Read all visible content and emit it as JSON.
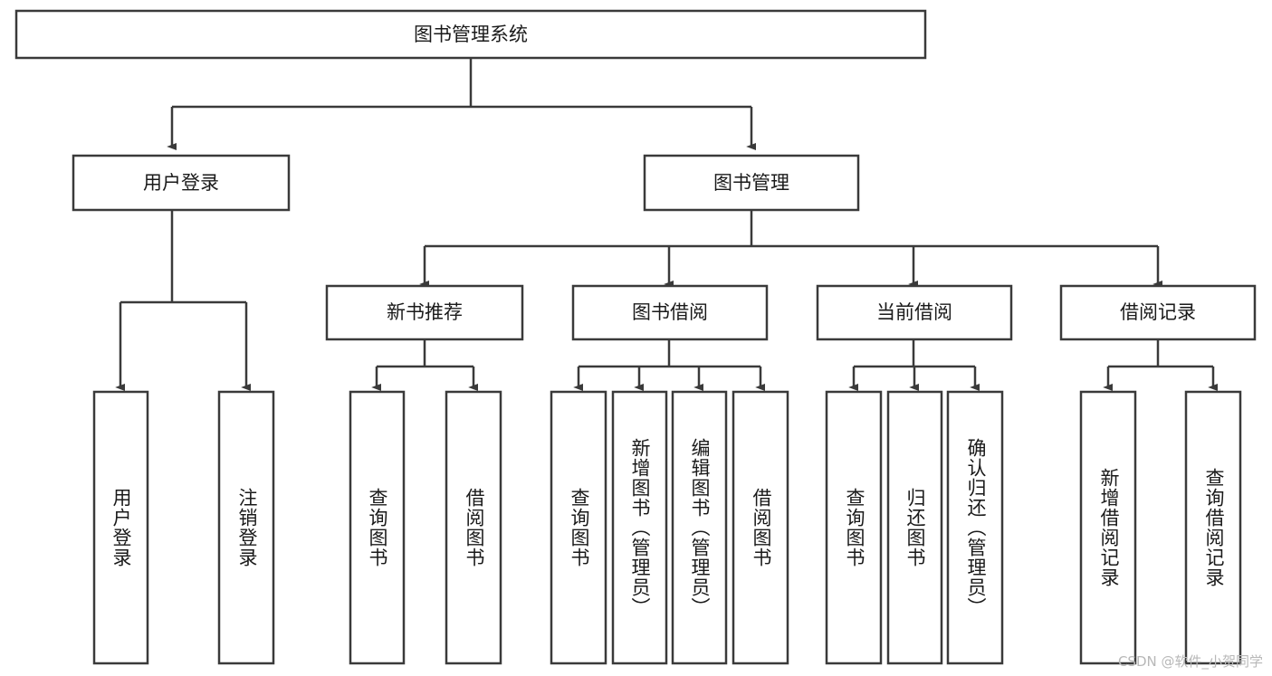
{
  "diagram": {
    "type": "tree",
    "title": "图书管理系统",
    "watermark": "CSDN @软件_小贺同学",
    "colors": {
      "stroke": "#3a3a3a",
      "fill": "#ffffff",
      "text": "#1a1a1a",
      "watermark": "#b8b8b8"
    },
    "nodes": {
      "root": "图书管理系统",
      "level1": [
        "用户登录",
        "图书管理"
      ],
      "level2": [
        "新书推荐",
        "图书借阅",
        "当前借阅",
        "借阅记录"
      ],
      "leaves_user_login": [
        "用户登录",
        "注销登录"
      ],
      "leaves_new_book": [
        "查询图书",
        "借阅图书"
      ],
      "leaves_borrow": [
        "查询图书",
        "新增图书（管理员）",
        "编辑图书（管理员）",
        "借阅图书"
      ],
      "leaves_current": [
        "查询图书",
        "归还图书",
        "确认归还（管理员）"
      ],
      "leaves_records": [
        "新增借阅记录",
        "查询借阅记录"
      ]
    }
  }
}
